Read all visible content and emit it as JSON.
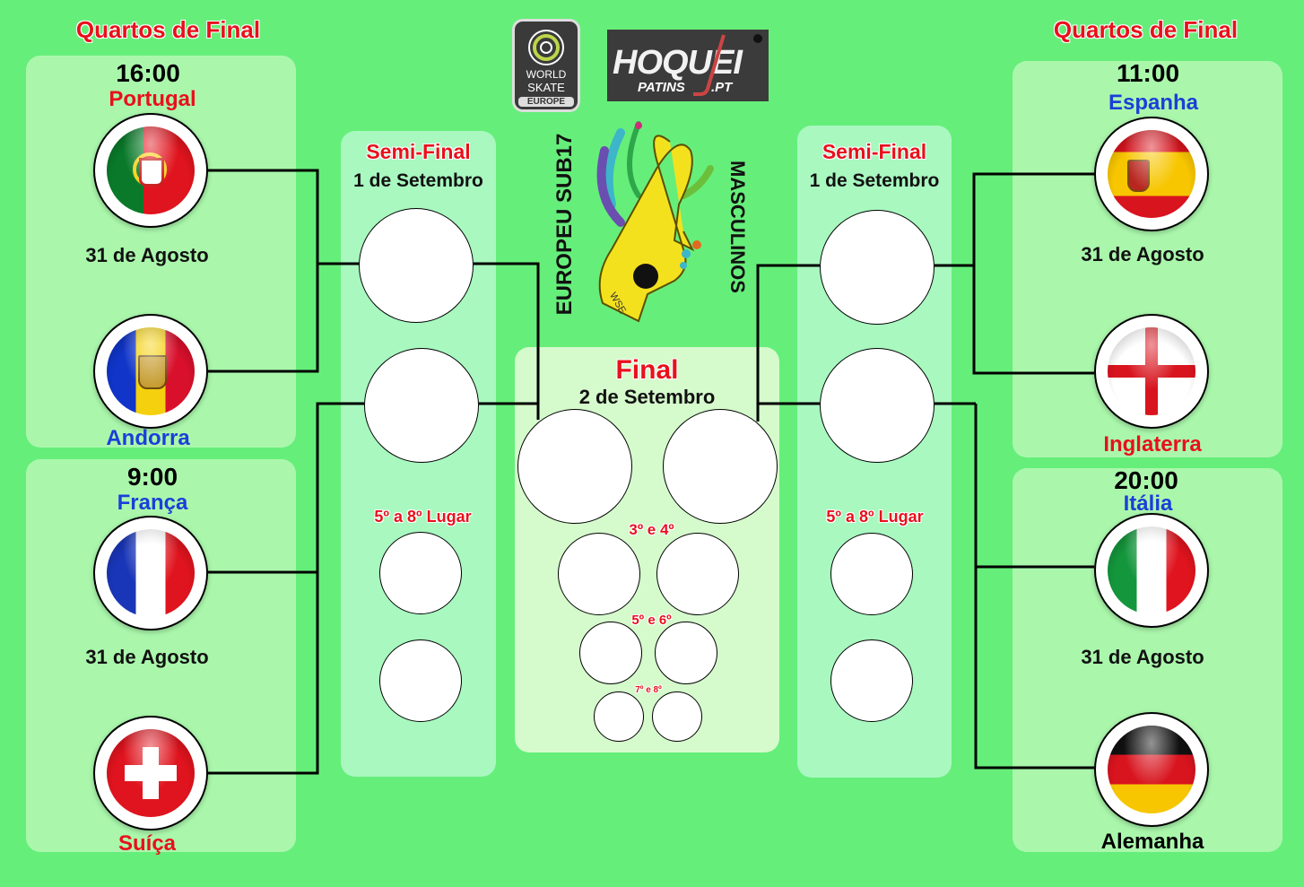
{
  "header": {
    "qf_left": "Quartos de Final",
    "qf_right": "Quartos de Final"
  },
  "logos": {
    "world_skate": {
      "line1": "WORLD",
      "line2": "SKATE",
      "line3": "EUROPE"
    },
    "hoquei": {
      "main": "HOQUEI",
      "sub1": "PATINS",
      "sub2": ".PT"
    },
    "event": {
      "left": "EUROPEU SUB17",
      "right": "MASCULINOS",
      "badge": "WSE"
    }
  },
  "left": {
    "match1": {
      "time": "16:00",
      "team_a": "Portugal",
      "date": "31 de Agosto",
      "team_b": "Andorra"
    },
    "match2": {
      "time": "9:00",
      "team_a": "França",
      "date": "31 de Agosto",
      "team_b": "Suíça"
    },
    "semi": {
      "title": "Semi-Final",
      "date": "1 de Setembro",
      "places": "5º a 8º Lugar"
    }
  },
  "right": {
    "match1": {
      "time": "11:00",
      "team_a": "Espanha",
      "date": "31 de Agosto",
      "team_b": "Inglaterra"
    },
    "match2": {
      "time": "20:00",
      "team_a": "Itália",
      "date": "31 de Agosto",
      "team_b": "Alemanha"
    },
    "semi": {
      "title": "Semi-Final",
      "date": "1 de Setembro",
      "places": "5º a 8º Lugar"
    }
  },
  "final": {
    "title": "Final",
    "date": "2 de Setembro",
    "third_fourth": "3º e 4º",
    "fifth_sixth": "5º e 6º",
    "seventh_eighth": "7º e 8º"
  },
  "colors": {
    "background": "#66ee7a",
    "title_red": "#e8101c",
    "team_blue": "#1a3fd9"
  }
}
